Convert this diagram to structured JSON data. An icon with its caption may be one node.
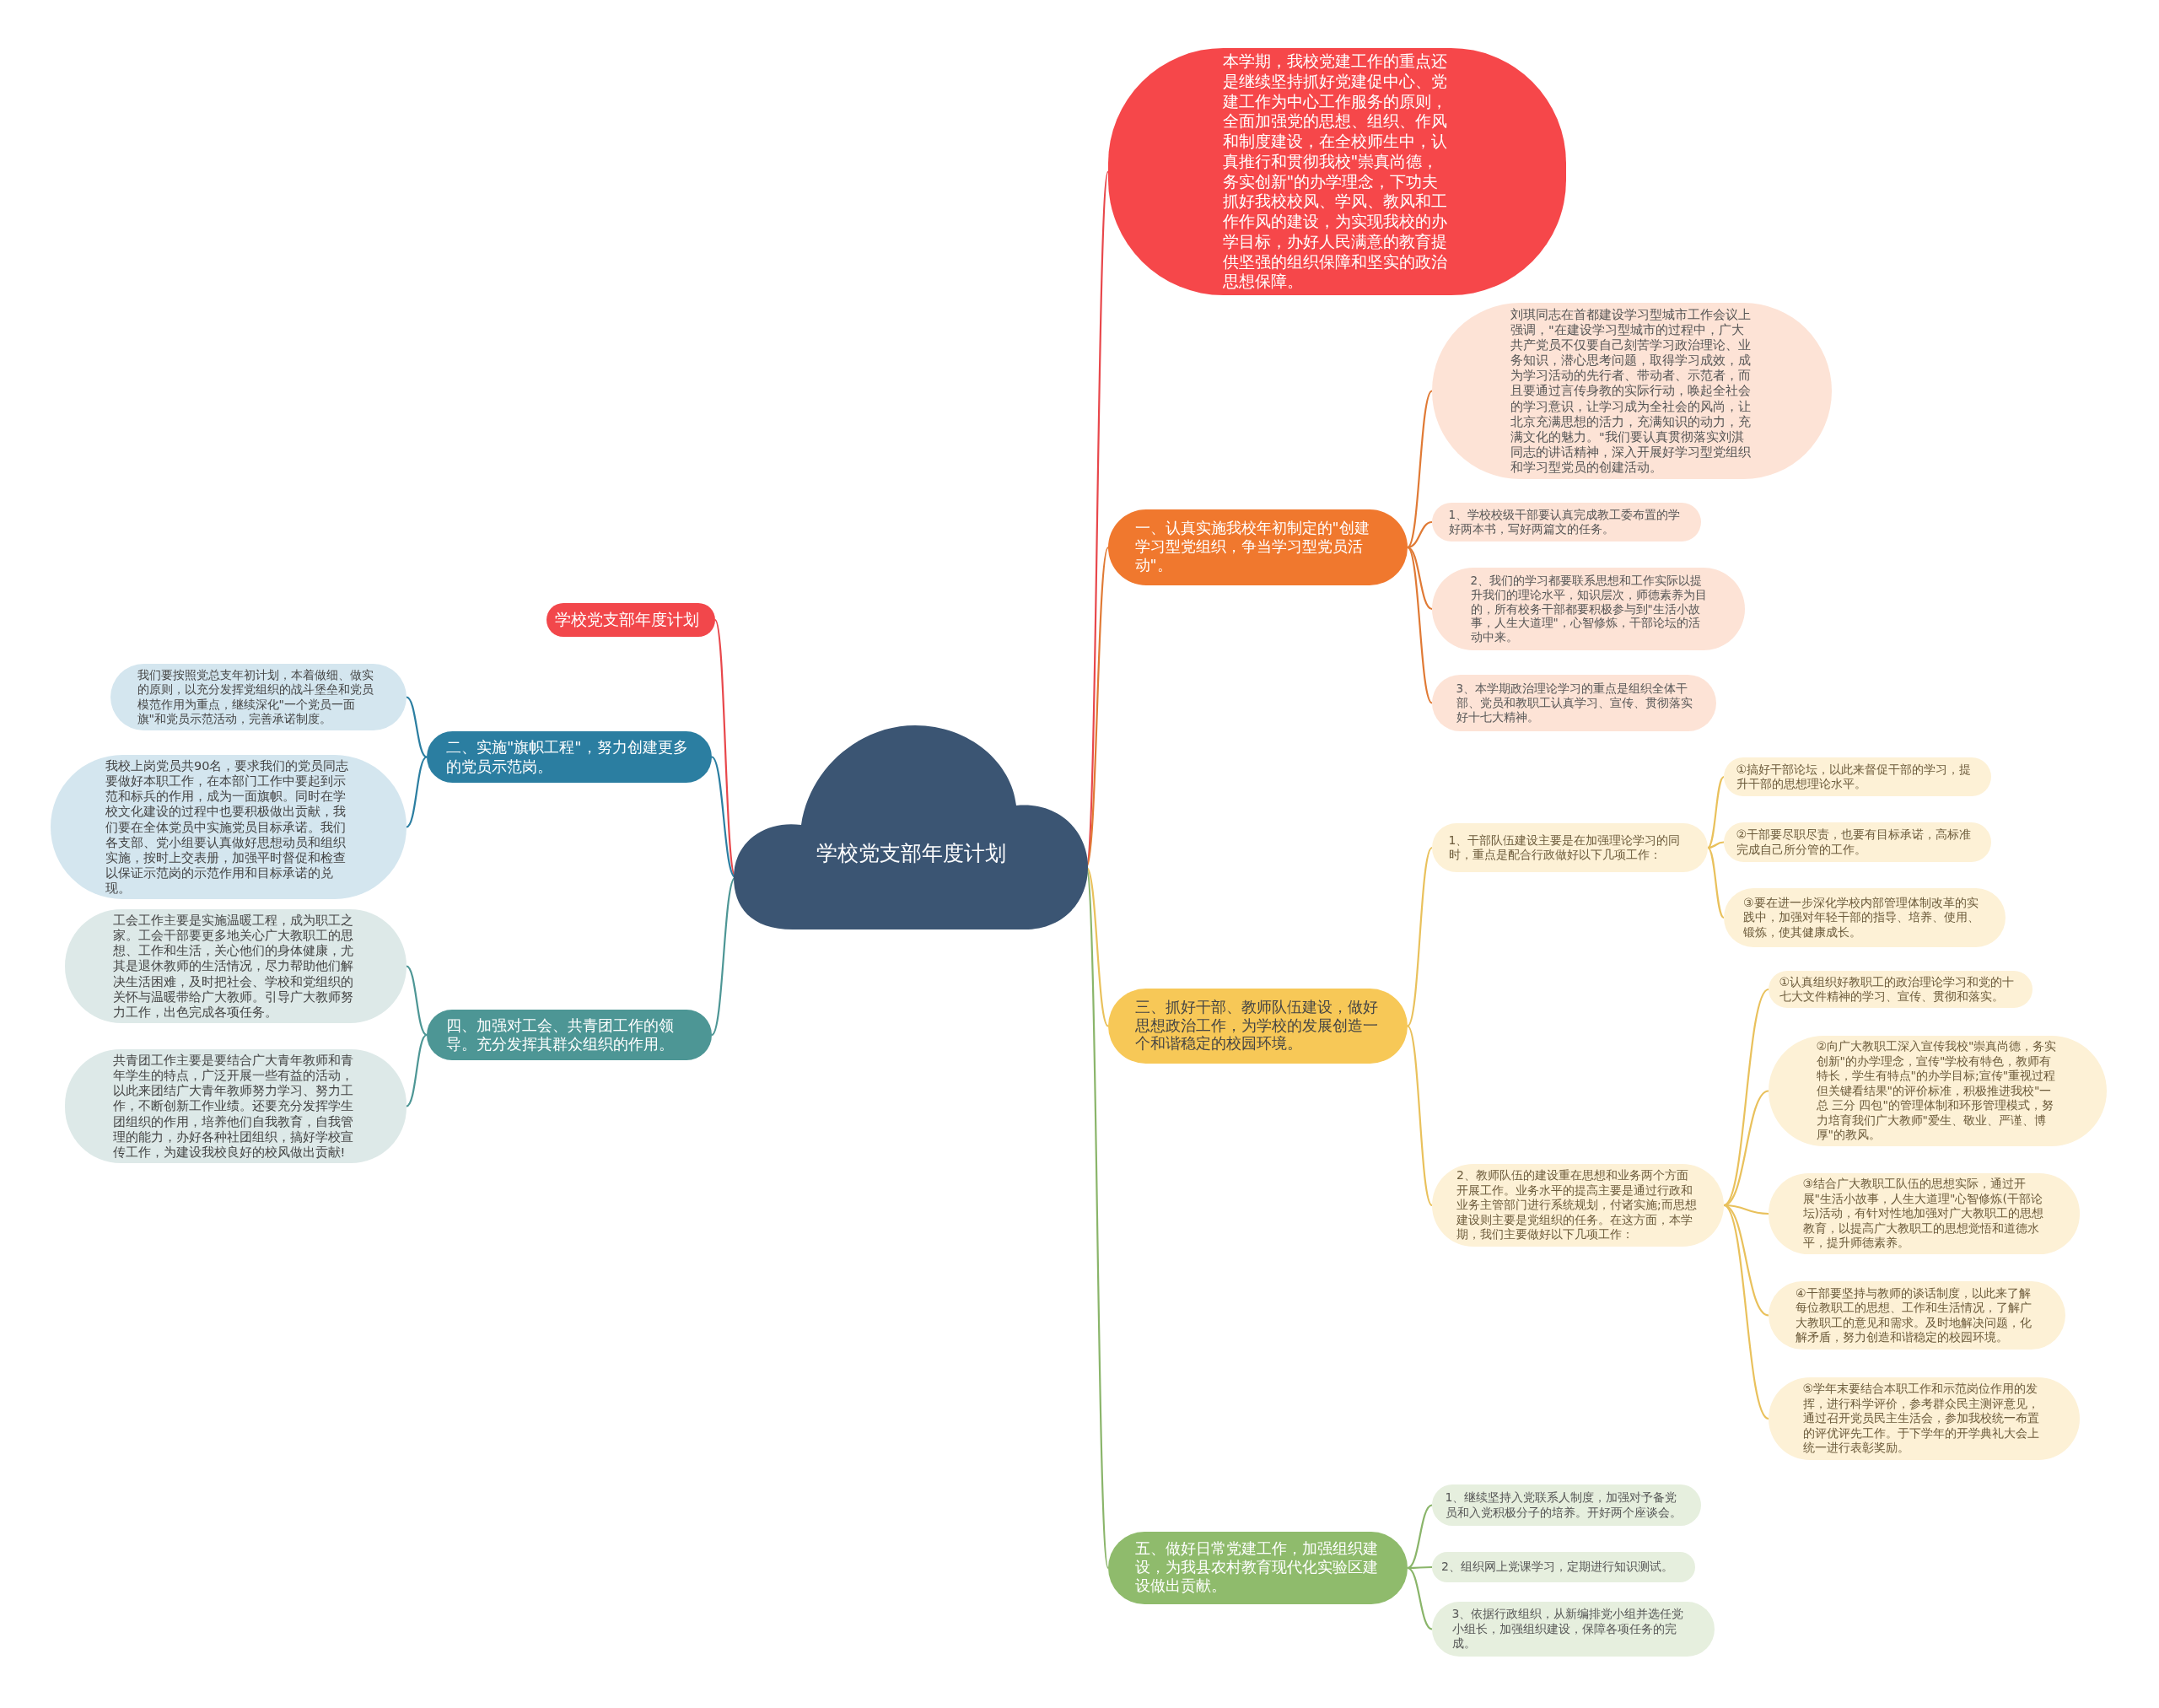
{
  "diagram": {
    "nodes": [
      {
        "text": [
          "学校党支部年度计划"
        ]
      },
      {
        "text": [
          "学校党支部年度计划"
        ]
      },
      {
        "text": [
          "本学期，我校党建工作的重点还是继续坚持抓好党建促中心、党建工作为中心工作服务的原则，全面加强党的思想、组织、作风和制度建设，在全校师生中，认真推行和贯彻我校\"崇真尚德，务实创新\"的办学理念，下功夫抓好我校校风、学风、教风和工作作风的建设，为实现我校的办学目标，办好人民满意的教育提供坚强的组织保障和坚实的政治思想保障。"
        ]
      },
      {
        "text": [
          "一、认真实施我校年初制定的\"创建学习型党组织，争当学习型党员活动\"。"
        ]
      },
      {
        "text": [
          "刘琪同志在首都建设学习型城市工作会议上强调，\"在建设学习型城市的过程中，广大共产党员不仅要自己刻苦学习政治理论、业务知识，潜心思考问题，取得学习成效，成为学习活动的先行者、带动者、示范者，而且要通过言传身教的实际行动，唤起全社会的学习意识，让学习成为全社会的风尚，让北京充满思想的活力，充满知识的动力，充满文化的魅力。\"我们要认真贯彻落实刘淇同志的讲话精神，深入开展好学习型党组织和学习型党员的创建活动。"
        ]
      },
      {
        "text": [
          "1、学校校级干部要认真完成教工委布置的学好两本书，写好两篇文的任务。"
        ]
      },
      {
        "text": [
          "2、我们的学习都要联系思想和工作实际以提升我们的理论水平，知识层次，师德素养为目的，所有校务干部都要积极参与到\"生活小故事，人生大道理\"，心智修炼，干部论坛的活动中来。"
        ]
      },
      {
        "text": [
          "3、本学期政治理论学习的重点是组织全体干部、党员和教职工认真学习、宣传、贯彻落实好十七大精神。"
        ]
      },
      {
        "text": [
          "三、抓好干部、教师队伍建设，做好思想政治工作，为学校的发展创造一个和谐稳定的校园环境。"
        ]
      },
      {
        "text": [
          "1、干部队伍建设主要是在加强理论学习的同时，重点是配合行政做好以下几项工作："
        ]
      },
      {
        "text": [
          "①搞好干部论坛，以此来督促干部的学习，提升干部的思想理论水平。"
        ]
      },
      {
        "text": [
          "②干部要尽职尽责，也要有目标承诺，高标准完成自己所分管的工作。"
        ]
      },
      {
        "text": [
          "③要在进一步深化学校内部管理体制改革的实践中，加强对年轻干部的指导、培养、使用、锻炼，使其健康成长。"
        ]
      },
      {
        "text": [
          "2、教师队伍的建设重在思想和业务两个方面开展工作。业务水平的提高主要是通过行政和业务主管部门进行系统规划，付诸实施;而思想建设则主要是党组织的任务。在这方面，本学期，我们主要做好以下几项工作："
        ]
      },
      {
        "text": [
          "①认真组织好教职工的政治理论学习和党的十七大文件精神的学习、宣传、贯彻和落实。"
        ]
      },
      {
        "text": [
          "②向广大教职工深入宣传我校\"崇真尚德，务实创新\"的办学理念，宣传\"学校有特色，教师有特长，学生有特点\"的办学目标;宣传\"重视过程但关键看结果\"的评价标准，积极推进我校\"一总 三分 四包\"的管理体制和环形管理模式，努力培育我们广大教师\"爱生、敬业、严谨、博厚\"的教风。"
        ]
      },
      {
        "text": [
          "③结合广大教职工队伍的思想实际，通过开展\"生活小故事，人生大道理\"心智修炼(干部论坛)活动，有针对性地加强对广大教职工的思想教育，以提高广大教职工的思想觉悟和道德水平，提升师德素养。"
        ]
      },
      {
        "text": [
          "④干部要坚持与教师的谈话制度，以此来了解每位教职工的思想、工作和生活情况，了解广大教职工的意见和需求。及时地解决问题，化解矛盾，努力创造和谐稳定的校园环境。"
        ]
      },
      {
        "text": [
          "⑤学年末要结合本职工作和示范岗位作用的发挥，进行科学评价，参考群众民主测评意见，通过召开党员民主生活会，参加我校统一布置的评优评先工作。于下学年的开学典礼大会上统一进行表彰奖励。"
        ]
      },
      {
        "text": [
          "五、做好日常党建工作，加强组织建设，为我县农村教育现代化实验区建设做出贡献。"
        ]
      },
      {
        "text": [
          "1、继续坚持入党联系人制度，加强对予备党员和入党积极分子的培养。开好两个座谈会。"
        ]
      },
      {
        "text": [
          "2、组织网上党课学习，定期进行知识测试。"
        ]
      },
      {
        "text": [
          "3、依据行政组织，从新编排党小组并选任党小组长，加强组织建设，保障各项任务的完成。"
        ]
      },
      {
        "text": [
          "二、实施\"旗帜工程\"，努力创建更多的党员示范岗。"
        ]
      },
      {
        "text": [
          "我们要按照党总支年初计划，本着做细、做实的原则，以充分发挥党组织的战斗堡垒和党员模范作用为重点，继续深化\"一个党员一面旗\"和党员示范活动，完善承诺制度。"
        ]
      },
      {
        "text": [
          "我校上岗党员共90名，要求我们的党员同志要做好本职工作，在本部门工作中要起到示范和标兵的作用，成为一面旗帜。同时在学校文化建设的过程中也要积极做出贡献，我们要在全体党员中实施党员目标承诺。我们各支部、党小组要认真做好思想动员和组织实施，按时上交表册，加强平时督促和检查以保证示范岗的示范作用和目标承诺的兑现。"
        ]
      },
      {
        "text": [
          "四、加强对工会、共青团工作的领导。充分发挥其群众组织的作用。"
        ]
      },
      {
        "text": [
          "工会工作主要是实施温暖工程，成为职工之家。工会干部要更多地关心广大教职工的思想、工作和生活，关心他们的身体健康，尤其是退休教师的生活情况，尽力帮助他们解决生活困难，及时把社会、学校和党组织的关怀与温暖带给广大教师。引导广大教师努力工作，出色完成各项任务。"
        ]
      },
      {
        "text": [
          "共青团工作主要是要结合广大青年教师和青年学生的特点，广泛开展一些有益的活动，以此来团结广大青年教师努力学习、努力工作，不断创新工作业绩。还要充分发挥学生团组织的作用，培养他们自我教育，自我管理的能力，办好各种社团组织，搞好学校宣传工作，为建设我校良好的校风做出贡献!"
        ]
      }
    ],
    "edges": [
      {
        "from": 0,
        "to": 1,
        "arrow": "none",
        "color": "#e8474b"
      },
      {
        "from": 0,
        "to": 2,
        "arrow": "none",
        "color": "#e8474b"
      },
      {
        "from": 0,
        "to": 3,
        "arrow": "none",
        "color": "#e07a35"
      },
      {
        "from": 3,
        "to": 4,
        "arrow": "none",
        "color": "#e07a35"
      },
      {
        "from": 3,
        "to": 5,
        "arrow": "none",
        "color": "#e07a35"
      },
      {
        "from": 3,
        "to": 6,
        "arrow": "none",
        "color": "#e07a35"
      },
      {
        "from": 3,
        "to": 7,
        "arrow": "none",
        "color": "#e07a35"
      },
      {
        "from": 0,
        "to": 8,
        "arrow": "none"
      },
      {
        "from": 8,
        "to": 9,
        "arrow": "none"
      },
      {
        "from": 9,
        "to": 10,
        "arrow": "none"
      },
      {
        "from": 9,
        "to": 11,
        "arrow": "none"
      },
      {
        "from": 9,
        "to": 12,
        "arrow": "none"
      },
      {
        "from": 8,
        "to": 13,
        "arrow": "none"
      },
      {
        "from": 13,
        "to": 14,
        "arrow": "none"
      },
      {
        "from": 13,
        "to": 15,
        "arrow": "none"
      },
      {
        "from": 13,
        "to": 16,
        "arrow": "none"
      },
      {
        "from": 13,
        "to": 17,
        "arrow": "none"
      },
      {
        "from": 13,
        "to": 18,
        "arrow": "none"
      },
      {
        "from": 0,
        "to": 19,
        "arrow": "none",
        "color": "#8ab56a"
      },
      {
        "from": 19,
        "to": 20,
        "arrow": "none",
        "color": "#8ab56a"
      },
      {
        "from": 19,
        "to": 21,
        "arrow": "none",
        "color": "#8ab56a"
      },
      {
        "from": 19,
        "to": 22,
        "arrow": "none",
        "color": "#8ab56a"
      },
      {
        "from": 0,
        "to": 23,
        "arrow": "none",
        "color": "#2b7ea1"
      },
      {
        "from": 23,
        "to": 24,
        "arrow": "none",
        "color": "#2b7ea1"
      },
      {
        "from": 23,
        "to": 25,
        "arrow": "none",
        "color": "#2b7ea1"
      },
      {
        "from": 0,
        "to": 26,
        "arrow": "none",
        "color": "#4d9695"
      },
      {
        "from": 26,
        "to": 27,
        "arrow": "none",
        "color": "#4d9695"
      },
      {
        "from": 26,
        "to": 28,
        "arrow": "none",
        "color": "#4d9695"
      }
    ]
  }
}
